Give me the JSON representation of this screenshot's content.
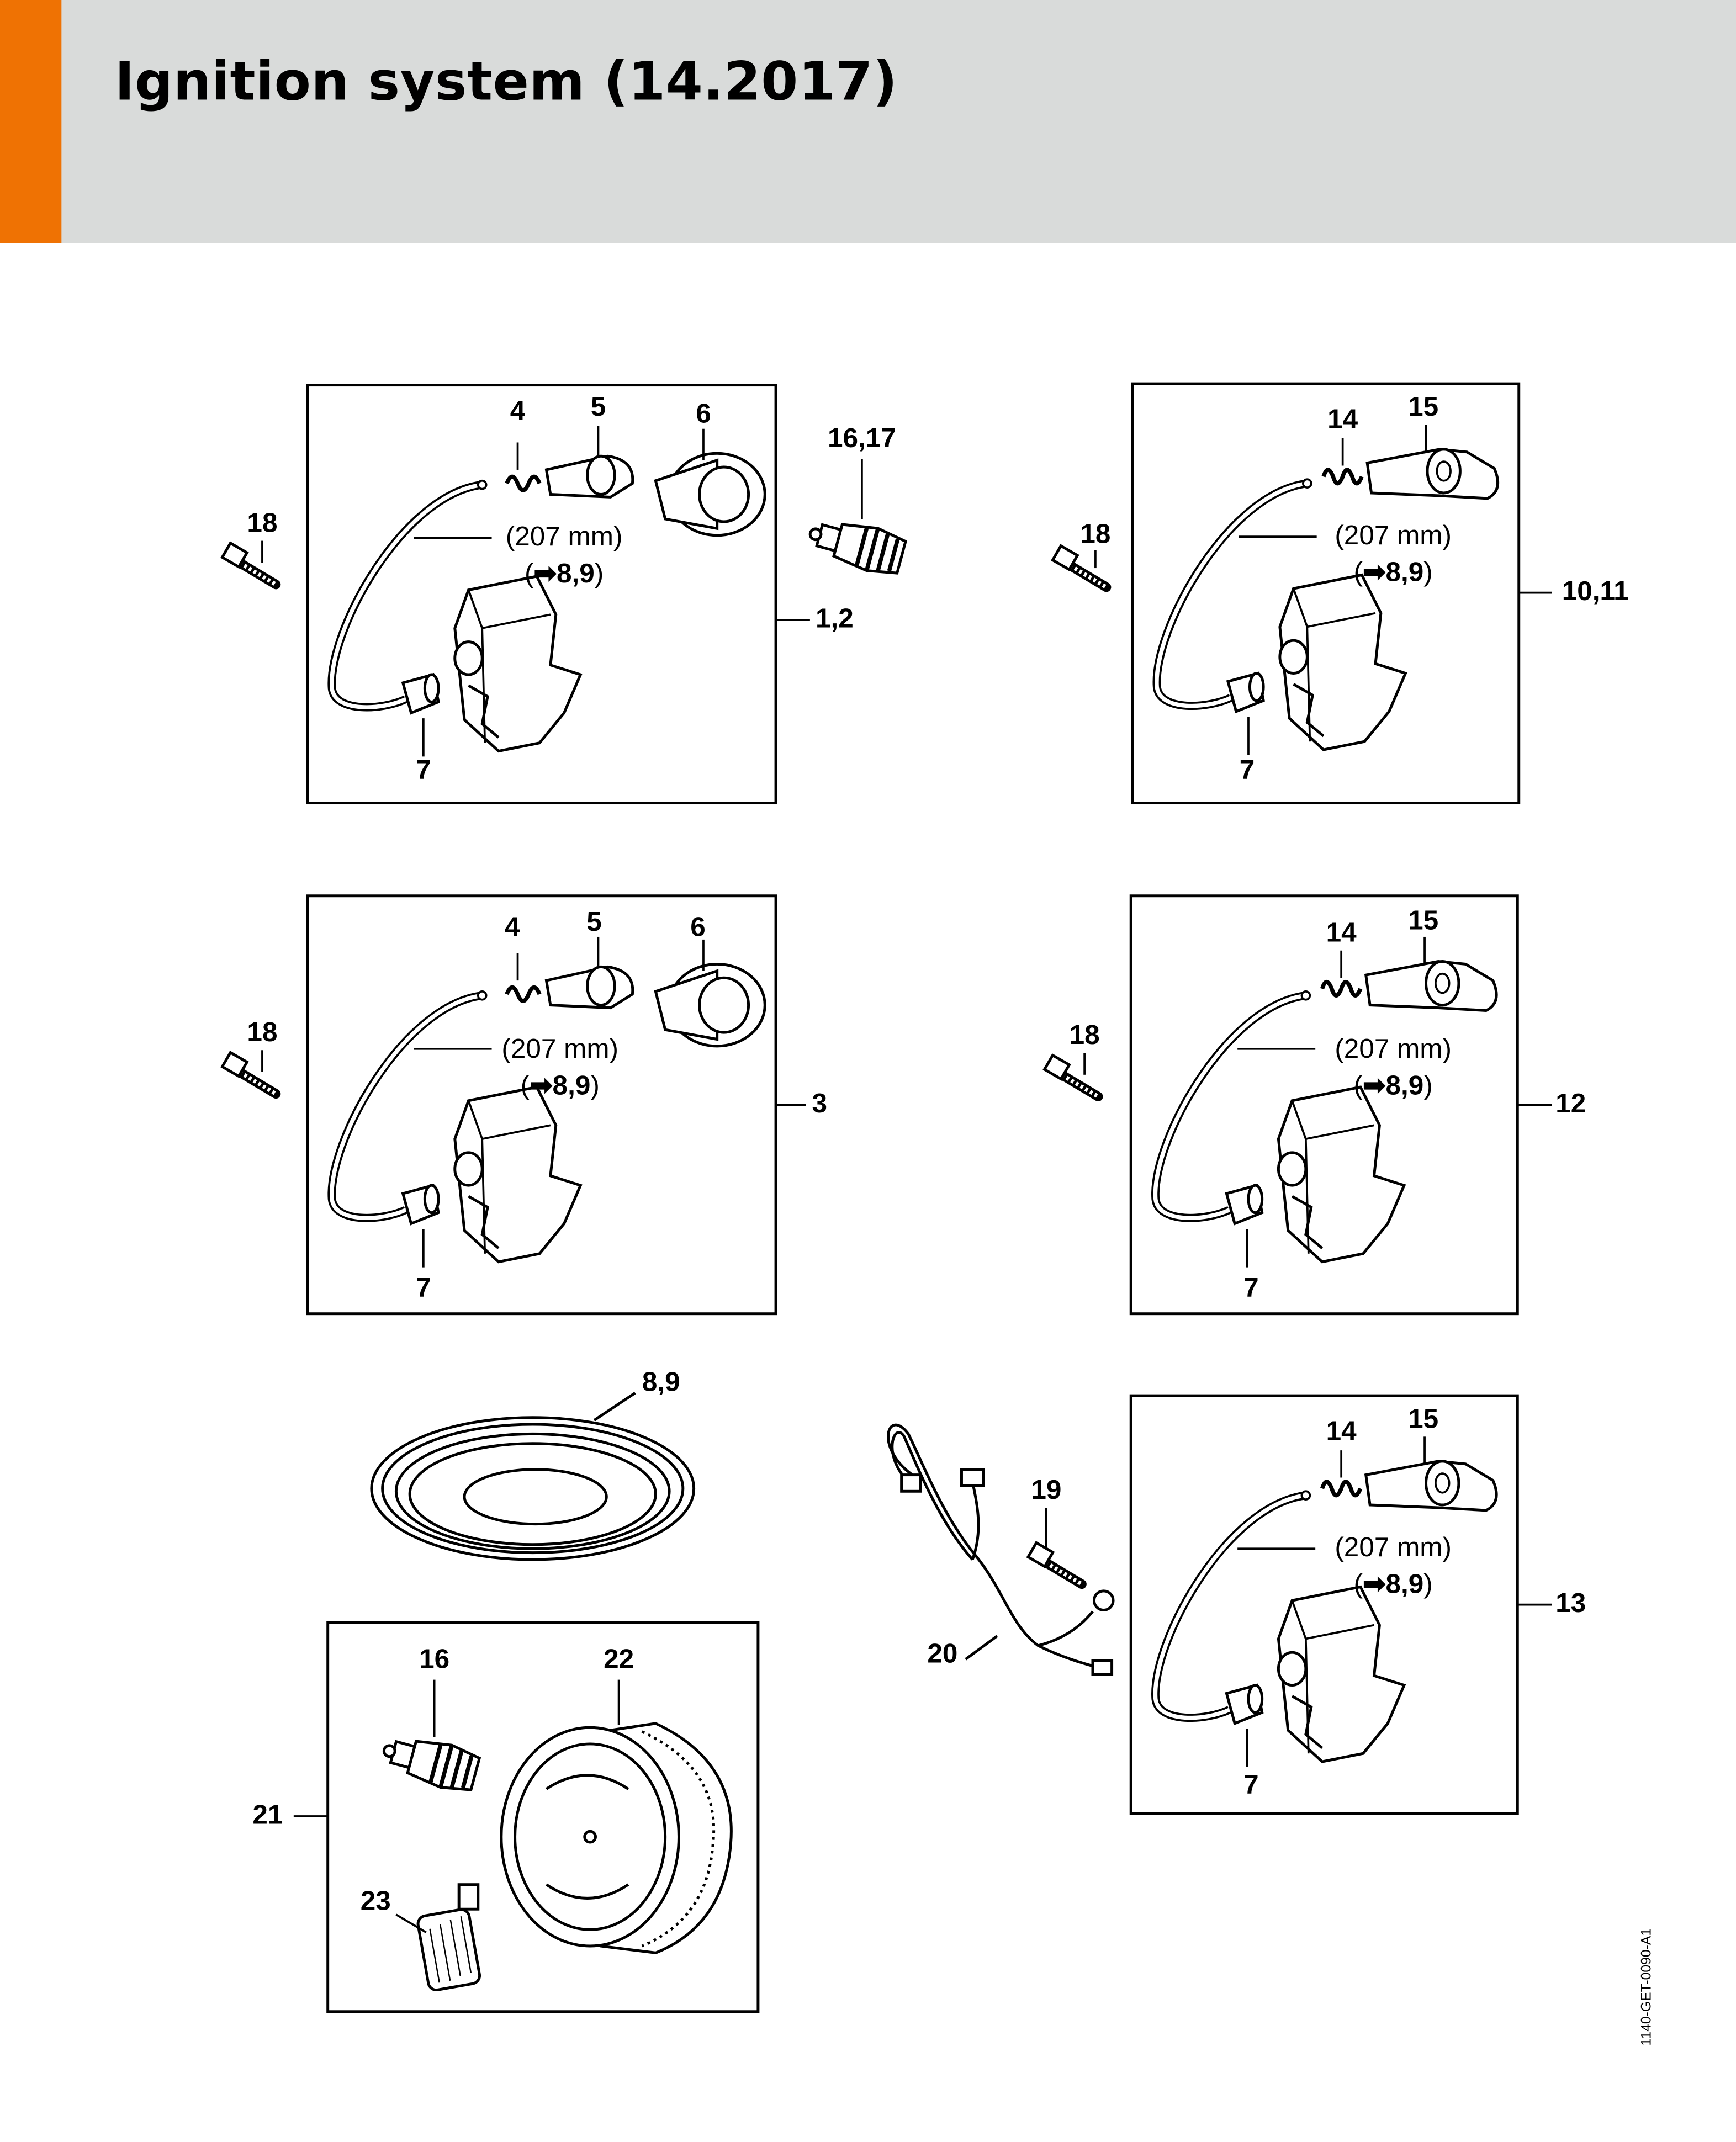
{
  "header": {
    "title": "Ignition system (14.2017)",
    "accent_color": "#ef7203",
    "background": "#d9dbda"
  },
  "drawing_code": "1140-GET-0090-A1",
  "groups": {
    "g1": {
      "ref": "1,2",
      "parts": [
        "4",
        "5",
        "6",
        "7"
      ],
      "screw": "18",
      "spark_plug": "16,17",
      "dim": "(207 mm)",
      "see": "8,9"
    },
    "g2": {
      "ref": "10,11",
      "parts": [
        "14",
        "15",
        "7"
      ],
      "screw": "18",
      "dim": "(207 mm)",
      "see": "8,9"
    },
    "g3": {
      "ref": "3",
      "parts": [
        "4",
        "5",
        "6",
        "7"
      ],
      "screw": "18",
      "dim": "(207 mm)",
      "see": "8,9"
    },
    "g4": {
      "ref": "12",
      "parts": [
        "14",
        "15",
        "7"
      ],
      "screw": "18",
      "dim": "(207 mm)",
      "see": "8,9"
    },
    "g5": {
      "ref": "13",
      "parts": [
        "14",
        "15",
        "7"
      ],
      "dim": "(207 mm)",
      "see": "8,9"
    },
    "cable": {
      "ref": "8,9"
    },
    "harness": {
      "screw": "19",
      "harness": "20"
    },
    "kit": {
      "ref": "21",
      "parts": [
        "16",
        "22",
        "23"
      ]
    }
  },
  "see_arrow": "➡"
}
